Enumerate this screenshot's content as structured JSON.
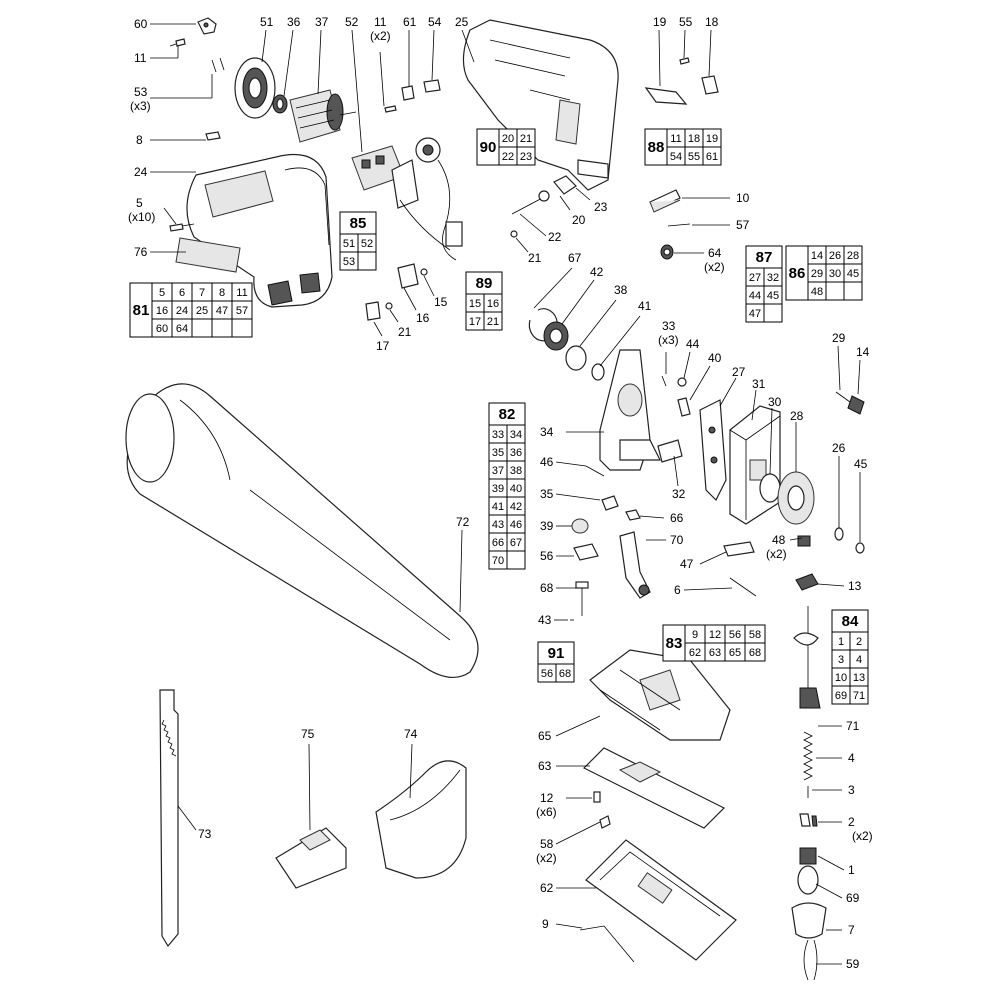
{
  "labels": [
    {
      "id": "60",
      "text": "60"
    },
    {
      "id": "11a",
      "text": "11"
    },
    {
      "id": "53",
      "text": "53"
    },
    {
      "id": "53q",
      "text": "(x3)"
    },
    {
      "id": "8",
      "text": "8"
    },
    {
      "id": "24",
      "text": "24"
    },
    {
      "id": "5",
      "text": "5"
    },
    {
      "id": "5q",
      "text": "(x10)"
    },
    {
      "id": "76",
      "text": "76"
    },
    {
      "id": "51",
      "text": "51"
    },
    {
      "id": "36",
      "text": "36"
    },
    {
      "id": "37",
      "text": "37"
    },
    {
      "id": "52",
      "text": "52"
    },
    {
      "id": "11b",
      "text": "11"
    },
    {
      "id": "11bq",
      "text": "(x2)"
    },
    {
      "id": "61",
      "text": "61"
    },
    {
      "id": "54",
      "text": "54"
    },
    {
      "id": "25",
      "text": "25"
    },
    {
      "id": "19",
      "text": "19"
    },
    {
      "id": "55",
      "text": "55"
    },
    {
      "id": "18",
      "text": "18"
    },
    {
      "id": "10",
      "text": "10"
    },
    {
      "id": "57",
      "text": "57"
    },
    {
      "id": "64",
      "text": "64"
    },
    {
      "id": "64q",
      "text": "(x2)"
    },
    {
      "id": "20",
      "text": "20"
    },
    {
      "id": "23",
      "text": "23"
    },
    {
      "id": "22",
      "text": "22"
    },
    {
      "id": "21a",
      "text": "21"
    },
    {
      "id": "21b",
      "text": "21"
    },
    {
      "id": "15",
      "text": "15"
    },
    {
      "id": "16",
      "text": "16"
    },
    {
      "id": "17",
      "text": "17"
    },
    {
      "id": "67",
      "text": "67"
    },
    {
      "id": "42",
      "text": "42"
    },
    {
      "id": "38",
      "text": "38"
    },
    {
      "id": "41",
      "text": "41"
    },
    {
      "id": "33",
      "text": "33"
    },
    {
      "id": "33q",
      "text": "(x3)"
    },
    {
      "id": "44",
      "text": "44"
    },
    {
      "id": "40",
      "text": "40"
    },
    {
      "id": "27",
      "text": "27"
    },
    {
      "id": "31",
      "text": "31"
    },
    {
      "id": "30",
      "text": "30"
    },
    {
      "id": "28",
      "text": "28"
    },
    {
      "id": "29",
      "text": "29"
    },
    {
      "id": "14",
      "text": "14"
    },
    {
      "id": "26",
      "text": "26"
    },
    {
      "id": "45",
      "text": "45"
    },
    {
      "id": "34",
      "text": "34"
    },
    {
      "id": "46",
      "text": "46"
    },
    {
      "id": "35",
      "text": "35"
    },
    {
      "id": "32",
      "text": "32"
    },
    {
      "id": "66",
      "text": "66"
    },
    {
      "id": "39",
      "text": "39"
    },
    {
      "id": "70",
      "text": "70"
    },
    {
      "id": "56",
      "text": "56"
    },
    {
      "id": "47",
      "text": "47"
    },
    {
      "id": "48",
      "text": "48"
    },
    {
      "id": "48q",
      "text": "(x2)"
    },
    {
      "id": "68",
      "text": "68"
    },
    {
      "id": "6",
      "text": "6"
    },
    {
      "id": "13",
      "text": "13"
    },
    {
      "id": "43",
      "text": "43"
    },
    {
      "id": "72",
      "text": "72"
    },
    {
      "id": "65",
      "text": "65"
    },
    {
      "id": "71",
      "text": "71"
    },
    {
      "id": "4",
      "text": "4"
    },
    {
      "id": "63",
      "text": "63"
    },
    {
      "id": "3",
      "text": "3"
    },
    {
      "id": "12",
      "text": "12"
    },
    {
      "id": "12q",
      "text": "(x6)"
    },
    {
      "id": "2",
      "text": "2"
    },
    {
      "id": "2q",
      "text": "(x2)"
    },
    {
      "id": "58",
      "text": "58"
    },
    {
      "id": "58q",
      "text": "(x2)"
    },
    {
      "id": "1",
      "text": "1"
    },
    {
      "id": "69",
      "text": "69"
    },
    {
      "id": "62",
      "text": "62"
    },
    {
      "id": "9",
      "text": "9"
    },
    {
      "id": "7",
      "text": "7"
    },
    {
      "id": "59",
      "text": "59"
    },
    {
      "id": "73",
      "text": "73"
    },
    {
      "id": "75",
      "text": "75"
    },
    {
      "id": "74",
      "text": "74"
    }
  ],
  "kits": [
    {
      "id": "81",
      "title": "81",
      "cells": [
        "5",
        "6",
        "7",
        "8",
        "11",
        "16",
        "24",
        "25",
        "47",
        "57",
        "60",
        "64",
        "",
        "",
        ""
      ]
    },
    {
      "id": "85",
      "title": "85",
      "cells": [
        "51",
        "52",
        "53",
        ""
      ]
    },
    {
      "id": "89",
      "title": "89",
      "cells": [
        "15",
        "16",
        "17",
        "21"
      ]
    },
    {
      "id": "90",
      "title": "90",
      "cells": [
        "20",
        "21",
        "22",
        "23"
      ]
    },
    {
      "id": "88",
      "title": "88",
      "cells": [
        "11",
        "18",
        "19",
        "54",
        "55",
        "61"
      ]
    },
    {
      "id": "87",
      "title": "87",
      "cells": [
        "27",
        "32",
        "44",
        "45",
        "47",
        ""
      ]
    },
    {
      "id": "86",
      "title": "86",
      "cells": [
        "14",
        "26",
        "28",
        "29",
        "30",
        "45",
        "48",
        "",
        ""
      ]
    },
    {
      "id": "82",
      "title": "82",
      "cells": [
        "33",
        "34",
        "35",
        "36",
        "37",
        "38",
        "39",
        "40",
        "41",
        "42",
        "43",
        "46",
        "66",
        "67",
        "70",
        ""
      ]
    },
    {
      "id": "91",
      "title": "91",
      "cells": [
        "56",
        "68"
      ]
    },
    {
      "id": "83",
      "title": "83",
      "cells": [
        "9",
        "12",
        "56",
        "58",
        "62",
        "63",
        "65",
        "68"
      ]
    },
    {
      "id": "84",
      "title": "84",
      "cells": [
        "1",
        "2",
        "3",
        "4",
        "10",
        "13",
        "69",
        "71"
      ]
    }
  ]
}
